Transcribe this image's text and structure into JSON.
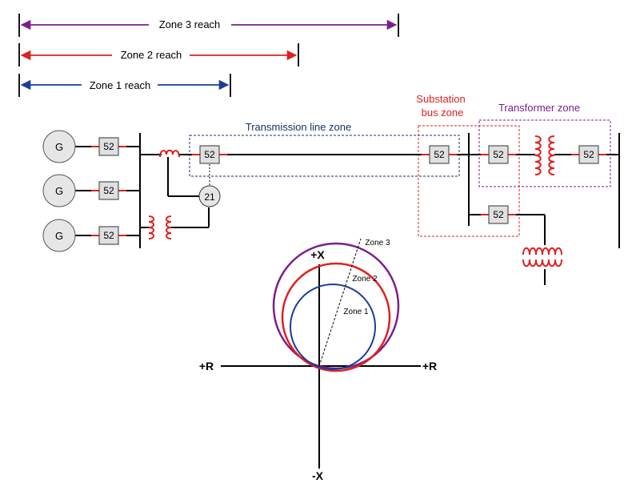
{
  "reach": {
    "zone3": "Zone 3 reach",
    "zone2": "Zone 2 reach",
    "zone1": "Zone 1 reach"
  },
  "zones": {
    "transmission_line": "Transmission line zone",
    "substation_line1": "Substation",
    "substation_line2": "bus zone",
    "transformer": "Transformer zone"
  },
  "devices": {
    "generator": "G",
    "breaker": "52",
    "relay": "21"
  },
  "rx_plot": {
    "pos_x": "+X",
    "neg_x": "-X",
    "pos_r": "+R",
    "neg_r": "+R",
    "zone1": "Zone 1",
    "zone2": "Zone 2",
    "zone3": "Zone 3"
  },
  "colors": {
    "zone3": "#7b1f8c",
    "zone2": "#e02020",
    "zone1": "#1c3c9c",
    "transmission_zone": "#1c2f6b",
    "substation_zone": "#e02020",
    "transformer_zone": "#7b1f8c",
    "line": "#000000",
    "breaker_fill": "#e0e0e0",
    "generator_fill": "#e6e6e6"
  }
}
